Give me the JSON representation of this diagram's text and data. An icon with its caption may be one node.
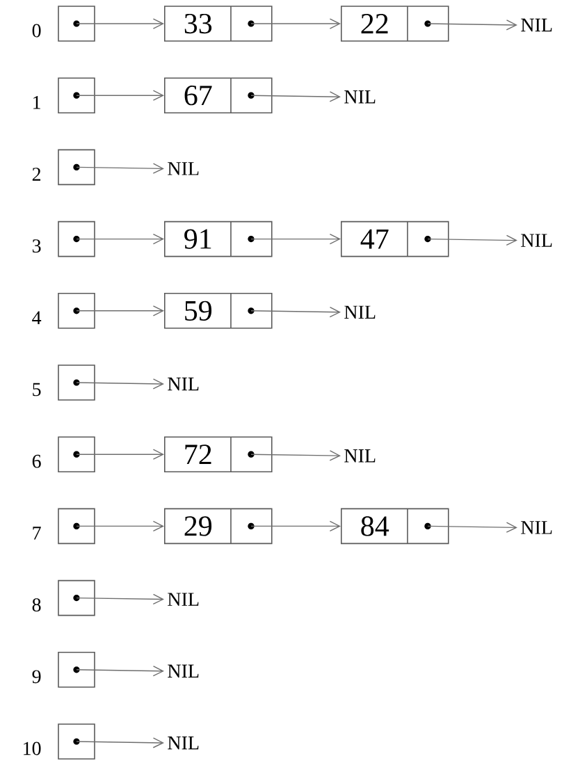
{
  "diagram": {
    "nodes": [
      {
        "text": [],
        "shape": "box",
        "beside": [
          "0"
        ]
      },
      {
        "text": [
          "33"
        ]
      },
      {
        "text": [
          "22"
        ]
      },
      {
        "text": [
          "NIL"
        ]
      },
      {
        "text": [],
        "shape": "box",
        "beside": [
          "1"
        ]
      },
      {
        "text": [
          "67"
        ]
      },
      {
        "text": [
          "NIL"
        ]
      },
      {
        "text": [],
        "shape": "box",
        "beside": [
          "2"
        ]
      },
      {
        "text": [
          "NIL"
        ]
      },
      {
        "text": [],
        "shape": "box",
        "beside": [
          "3"
        ]
      },
      {
        "text": [
          "91"
        ]
      },
      {
        "text": [
          "47"
        ]
      },
      {
        "text": [
          "NIL"
        ]
      },
      {
        "text": [],
        "shape": "box",
        "beside": [
          "4"
        ]
      },
      {
        "text": [
          "59"
        ]
      },
      {
        "text": [
          "NIL"
        ]
      },
      {
        "text": [],
        "shape": "box",
        "beside": [
          "5"
        ]
      },
      {
        "text": [
          "NIL"
        ]
      },
      {
        "text": [],
        "shape": "box",
        "beside": [
          "6"
        ]
      },
      {
        "text": [
          "72"
        ]
      },
      {
        "text": [
          "NIL"
        ]
      },
      {
        "text": [],
        "shape": "box",
        "beside": [
          "7"
        ]
      },
      {
        "text": [
          "29"
        ]
      },
      {
        "text": [
          "84"
        ]
      },
      {
        "text": [
          "NIL"
        ]
      },
      {
        "text": [],
        "shape": "box",
        "beside": [
          "8"
        ]
      },
      {
        "text": [
          "NIL"
        ]
      },
      {
        "text": [],
        "shape": "box",
        "beside": [
          "9"
        ]
      },
      {
        "text": [
          "NIL"
        ]
      },
      {
        "text": [],
        "shape": "box",
        "beside": [
          "10"
        ]
      },
      {
        "text": [
          "NIL"
        ]
      }
    ],
    "edges": [
      {
        "from": 0,
        "to": 1,
        "arrow": "to"
      },
      {
        "from": 1,
        "to": 2,
        "arrow": "to"
      },
      {
        "from": 2,
        "to": 3,
        "arrow": "to"
      },
      {
        "from": 4,
        "to": 5,
        "arrow": "to"
      },
      {
        "from": 5,
        "to": 6,
        "arrow": "to"
      },
      {
        "from": 7,
        "to": 8,
        "arrow": "to"
      },
      {
        "from": 9,
        "to": 10,
        "arrow": "to"
      },
      {
        "from": 10,
        "to": 11,
        "arrow": "to"
      },
      {
        "from": 11,
        "to": 12,
        "arrow": "to"
      },
      {
        "from": 13,
        "to": 14,
        "arrow": "to"
      },
      {
        "from": 14,
        "to": 15,
        "arrow": "to"
      },
      {
        "from": 16,
        "to": 17,
        "arrow": "to"
      },
      {
        "from": 18,
        "to": 19,
        "arrow": "to"
      },
      {
        "from": 19,
        "to": 20,
        "arrow": "to"
      },
      {
        "from": 21,
        "to": 22,
        "arrow": "to"
      },
      {
        "from": 22,
        "to": 23,
        "arrow": "to"
      },
      {
        "from": 23,
        "to": 24,
        "arrow": "to"
      },
      {
        "from": 25,
        "to": 26,
        "arrow": "to"
      },
      {
        "from": 27,
        "to": 28,
        "arrow": "to"
      },
      {
        "from": 29,
        "to": 30,
        "arrow": "to"
      }
    ]
  }
}
